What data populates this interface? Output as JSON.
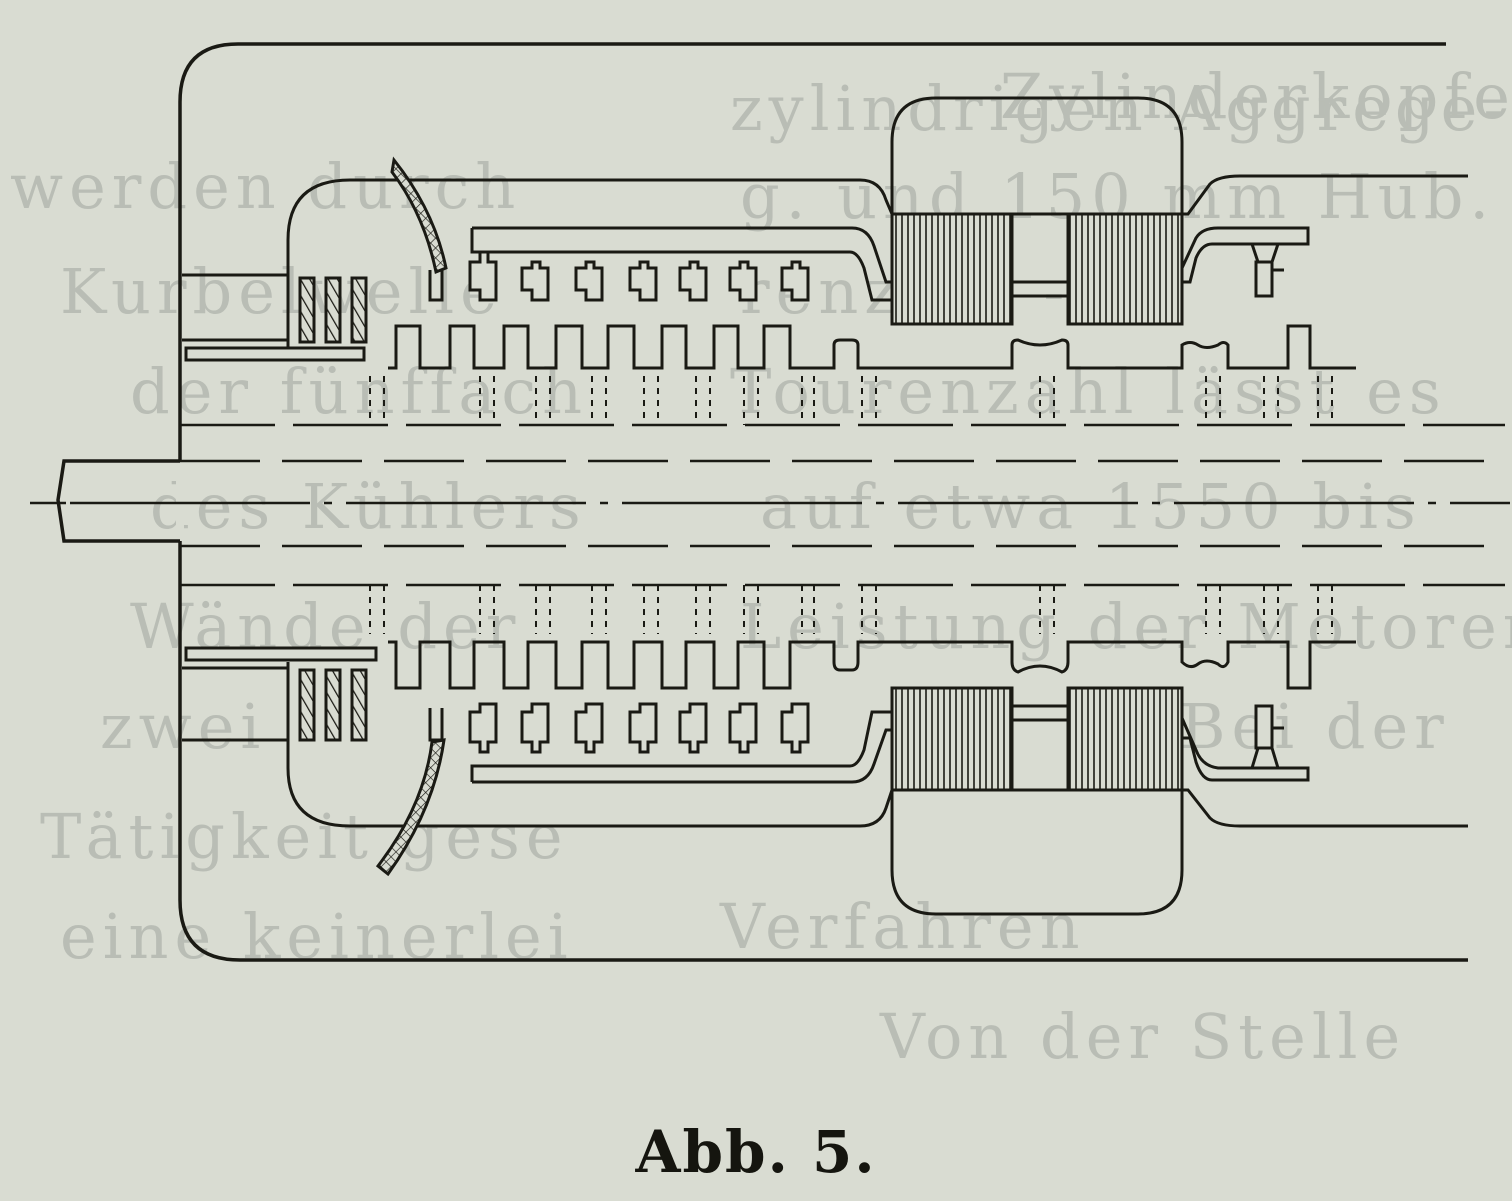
{
  "figure": {
    "caption": "Abb. 5."
  },
  "bleed_through": {
    "lines": [
      "Zylinderkopfes",
      "zylindrigen Aggrege-",
      "g. und 150 mm Hub.",
      "werden durch",
      "renzahl - 1",
      "Kurbelwelle",
      "Tourenzahl lässt es",
      "der fünffach",
      "auf etwa 1550 bis",
      "des Kühlers",
      "Leistung der Motoren",
      "Wände der",
      "Bei der",
      "zwei",
      "Tätigkeit gese",
      "Verfahren",
      "eine keinerlei",
      "Von der Stelle"
    ]
  },
  "colors": {
    "paper": "#d9dcd2",
    "ink": "#1a1a14",
    "ghost_text": "#b9bdb5"
  }
}
